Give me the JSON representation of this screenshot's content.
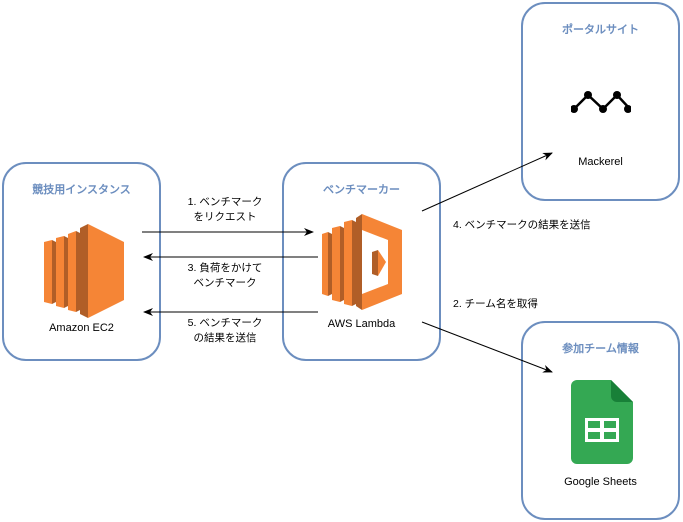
{
  "groups": {
    "ec2": {
      "title": "競技用インスタンス",
      "node_label": "Amazon EC2",
      "icon": "aws-ec2-icon"
    },
    "lambda": {
      "title": "ベンチマーカー",
      "node_label": "AWS Lambda",
      "icon": "aws-lambda-icon"
    },
    "portal": {
      "title": "ポータルサイト",
      "node_label": "Mackerel",
      "icon": "mackerel-icon"
    },
    "team": {
      "title": "参加チーム情報",
      "node_label": "Google Sheets",
      "icon": "google-sheets-icon"
    }
  },
  "edges": [
    {
      "id": "e1",
      "from": "ec2-side",
      "to": "lambda",
      "label_line1": "1. ベンチマーク",
      "label_line2": "をリクエスト"
    },
    {
      "id": "e2",
      "from": "lambda",
      "to": "team",
      "label": "2. チーム名を取得"
    },
    {
      "id": "e3",
      "from": "lambda",
      "to": "ec2",
      "label_line1": "3. 負荷をかけて",
      "label_line2": "ベンチマーク"
    },
    {
      "id": "e4",
      "from": "lambda",
      "to": "portal",
      "label": "4. ベンチマークの結果を送信"
    },
    {
      "id": "e5",
      "from": "lambda",
      "to": "ec2",
      "label_line1": "5. ベンチマーク",
      "label_line2": "の結果を送信"
    }
  ],
  "colors": {
    "group_border": "#6c8ebf",
    "group_title": "#6c8ebf",
    "aws_orange": "#f58536",
    "aws_orange_dark": "#b05e27",
    "sheets_green": "#34a853",
    "sheets_green_dark": "#188038"
  }
}
